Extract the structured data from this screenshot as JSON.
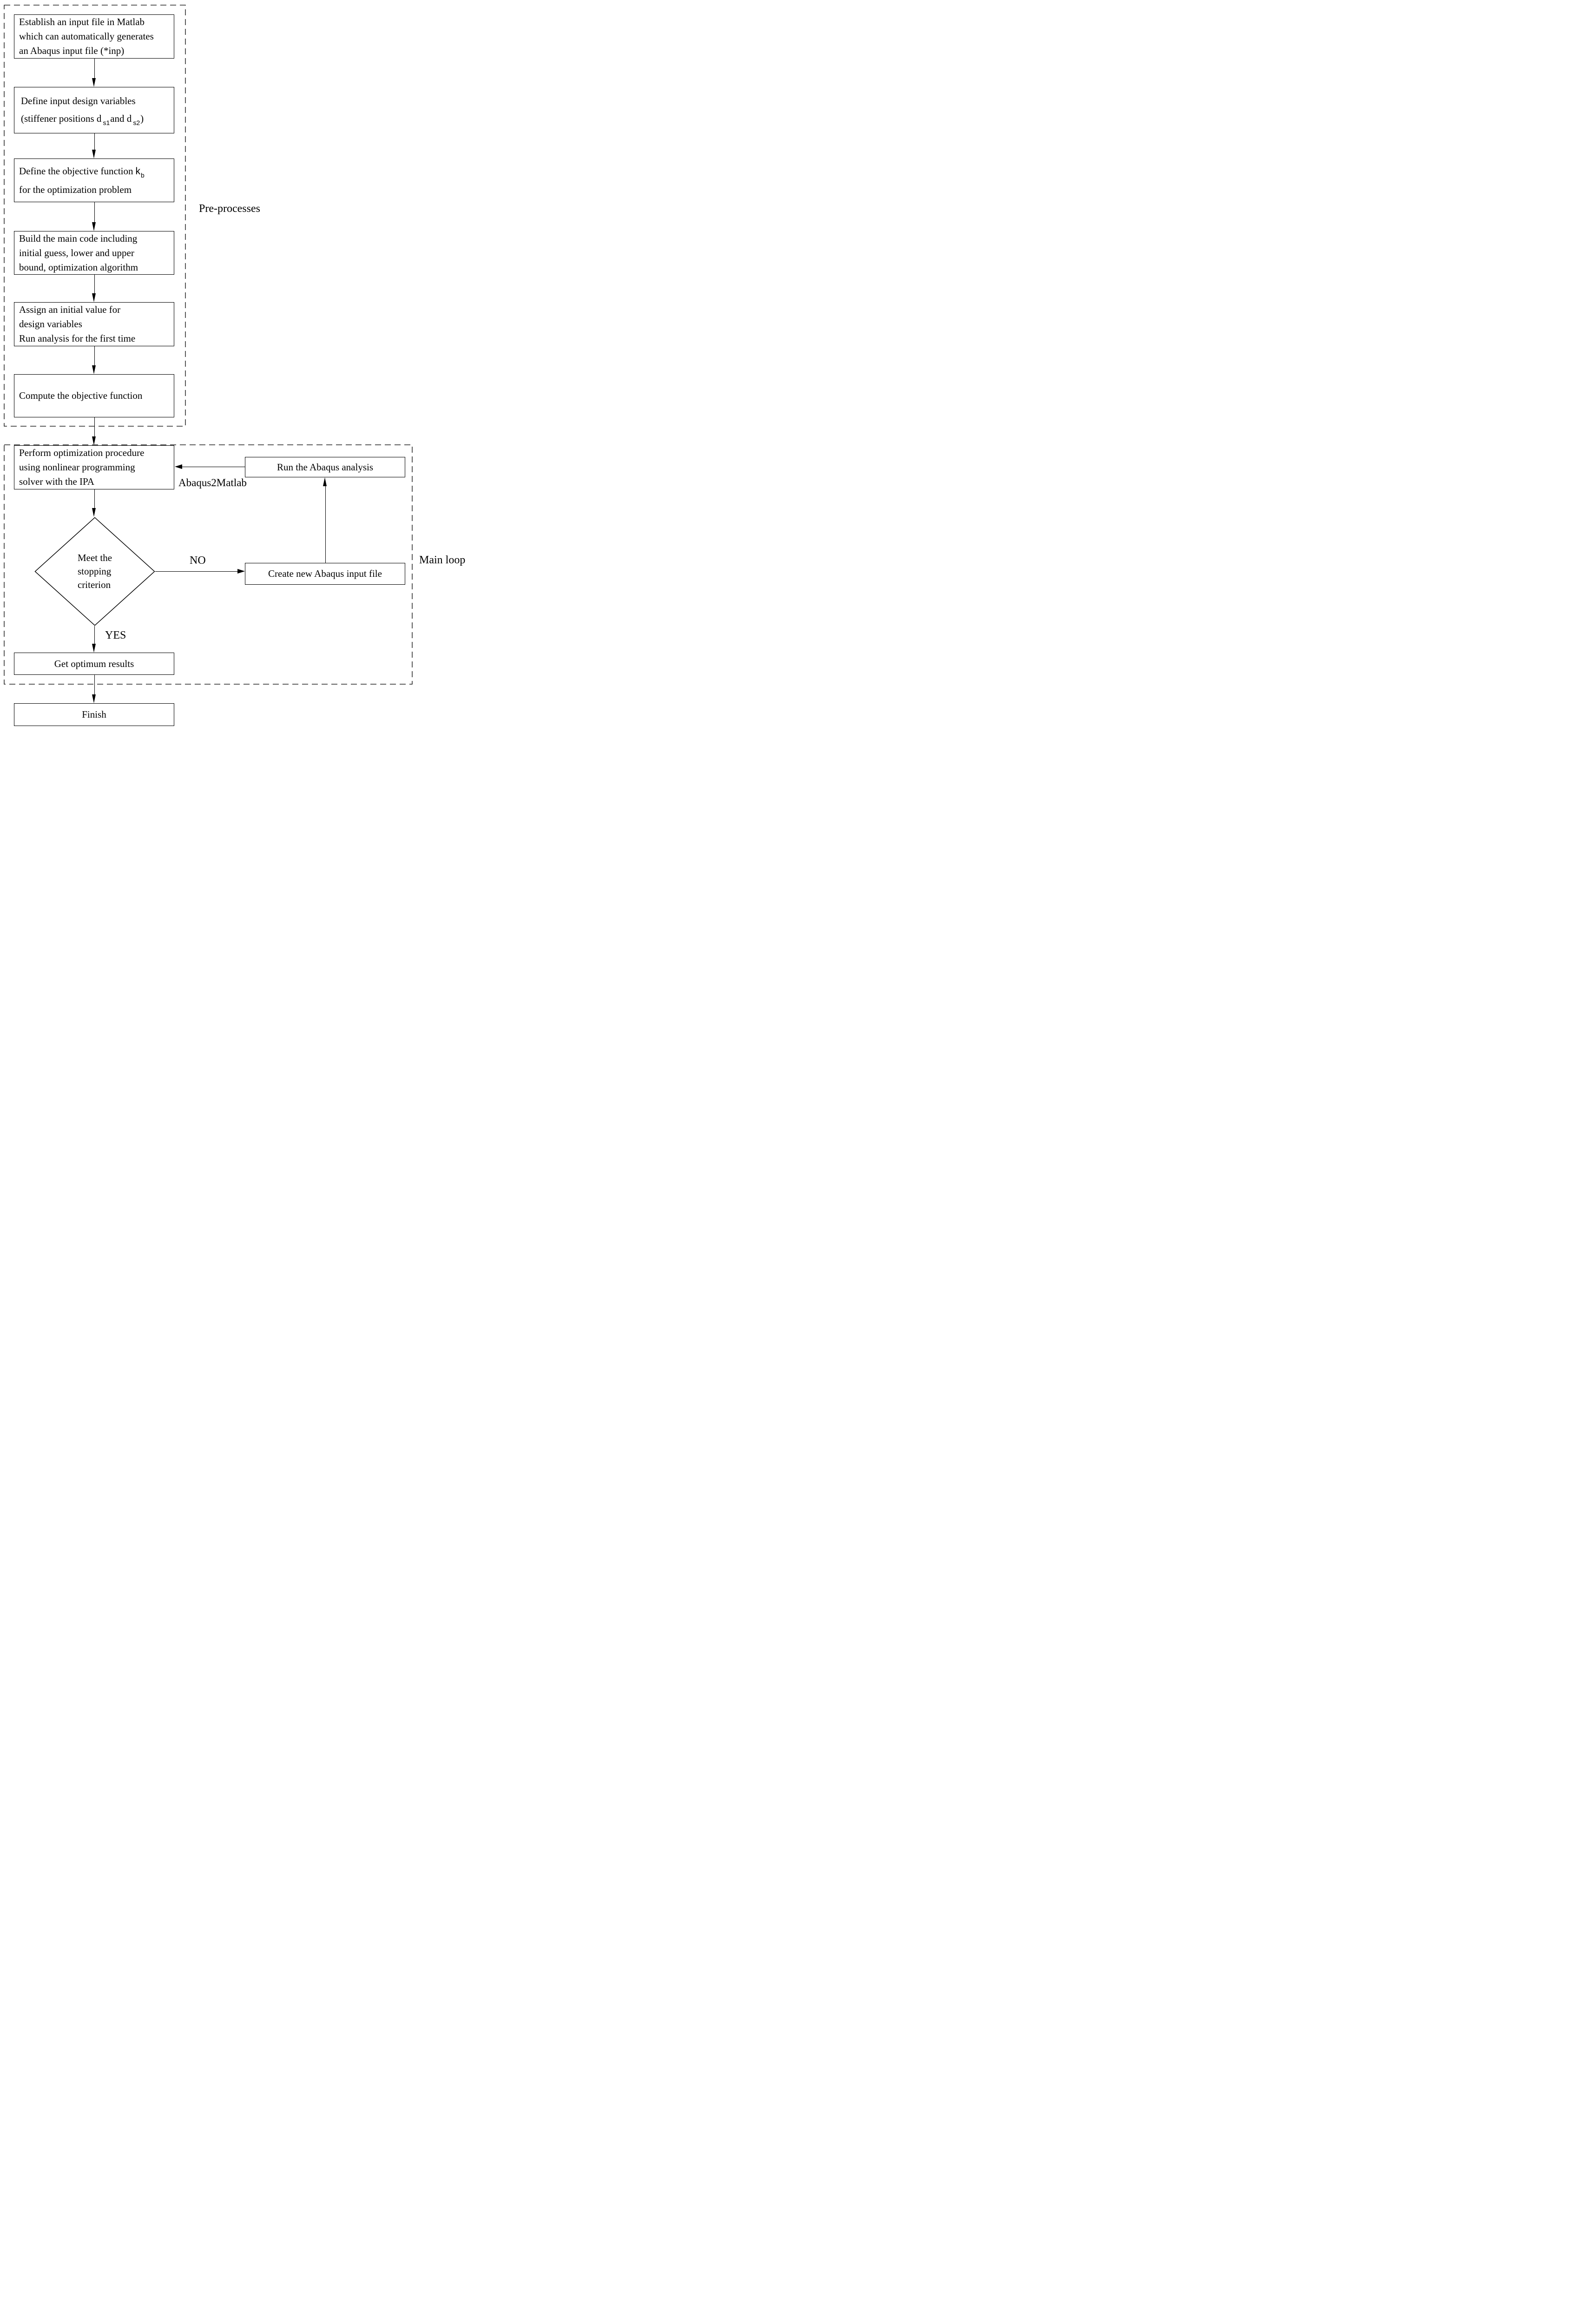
{
  "colors": {
    "ink": "#000000",
    "background": "#ffffff"
  },
  "regions": {
    "pre_processes_label": "Pre-processes",
    "main_loop_label": "Main loop"
  },
  "edge_labels": {
    "loopback": "Abaqus2Matlab",
    "decision_no": "NO",
    "decision_yes": "YES"
  },
  "nodes": {
    "establish": {
      "line1": "Establish an input file in Matlab",
      "line2": "which can automatically generates",
      "line3": "an Abaqus input file (*inp)"
    },
    "design_variables": {
      "line1": "Define input design variables",
      "line2_open": "(stiffener positions d",
      "line2_sub1": "s1",
      "line2_mid": "and d",
      "line2_sub2": "s2",
      "line2_close": ")"
    },
    "objective_function": {
      "line1": "Define the objective function",
      "line1_symbol": "k",
      "line1_sub": "b",
      "line2": "for the optimization problem"
    },
    "build_code": {
      "line1": "Build the main code including",
      "line2": "initial guess, lower and upper",
      "line3": "bound, optimization algorithm"
    },
    "assign_initial": {
      "line1": "Assign an initial value for",
      "line2": "design variables",
      "line3": "Run analysis for the first time"
    },
    "compute_objective": {
      "text": "Compute the objective function"
    },
    "perform_optimization": {
      "line1": "Perform optimization procedure",
      "line2": "using nonlinear programming",
      "line3": "solver with the IPA"
    },
    "decision": {
      "line1": "Meet the",
      "line2": "stopping",
      "line3": "criterion"
    },
    "get_results": {
      "text": "Get optimum results"
    },
    "finish": {
      "text": "Finish"
    },
    "run_abaqus": {
      "text": "Run the Abaqus analysis"
    },
    "create_input_file": {
      "text": "Create new Abaqus input file"
    }
  }
}
